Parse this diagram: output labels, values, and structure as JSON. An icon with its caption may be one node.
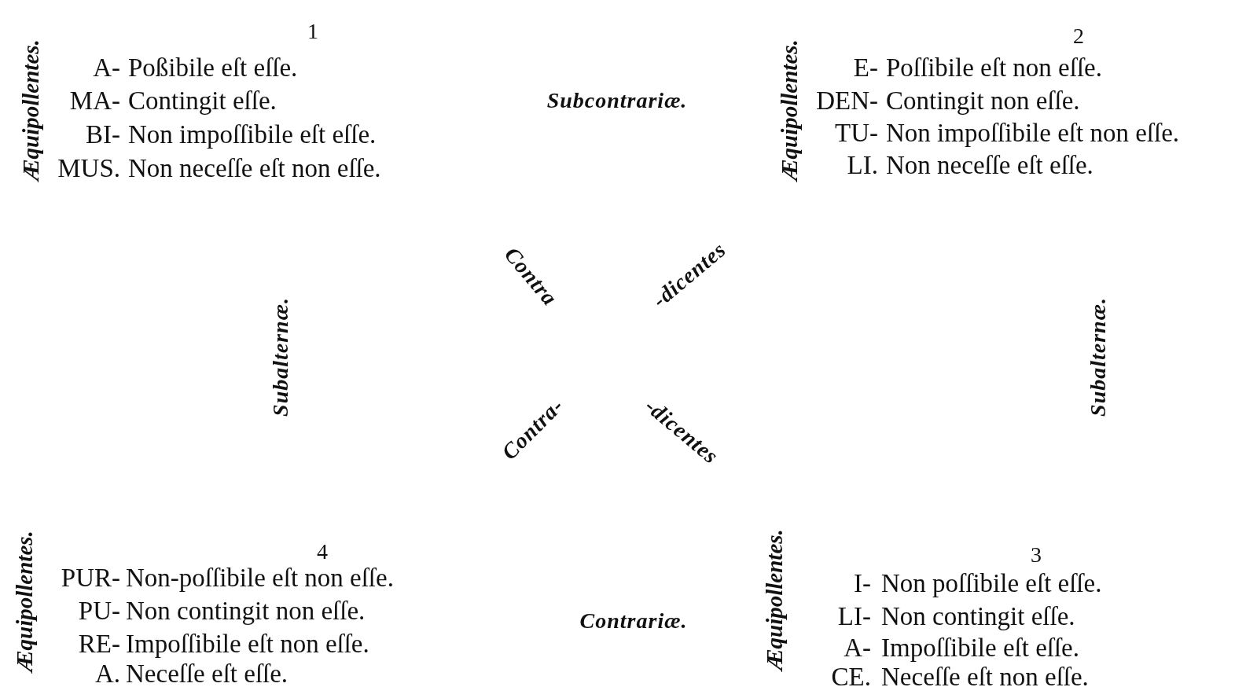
{
  "diagram": {
    "labels": [
      "Æquipollentes.",
      "1",
      "A-",
      "Poßibile eſt eſſe.",
      "MA-",
      "Contingit eſſe.",
      "BI-",
      "Non impoſſibile eſt eſſe.",
      "MUS.",
      "Non neceſſe eſt non eſſe.",
      "Subcontrariæ.",
      "Æquipollentes.",
      "2",
      "E-",
      "Poſſibile eſt non eſſe.",
      "DEN-",
      "Contingit non eſſe.",
      "TU-",
      "Non impoſſibile eſt non eſſe.",
      "LI.",
      "Non neceſſe eſt eſſe.",
      "Subalternæ.",
      "Contra",
      "-dicentes",
      "Subalternæ.",
      "Contra-",
      "-dicentes",
      "Æquipollentes.",
      "4",
      "PUR-",
      "Non-poſſibile eſt non eſſe.",
      "PU-",
      "Non contingit non eſſe.",
      "RE-",
      "Impoſſibile eſt non eſſe.",
      "A.",
      "Neceſſe eſt eſſe.",
      "Contrariæ.",
      "Æquipollentes.",
      "3",
      "I-",
      "Non poſſibile eſt eſſe.",
      "LI-",
      "Non contingit eſſe.",
      "A-",
      "Impoſſibile eſt eſſe.",
      "CE.",
      "Neceſſe eſt non eſſe."
    ]
  }
}
